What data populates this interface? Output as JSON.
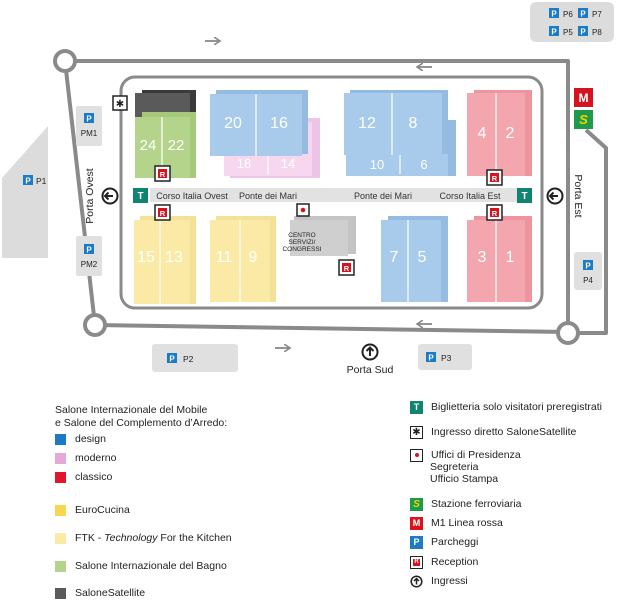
{
  "colors": {
    "design": "#1a7bc4",
    "moderno": "#e6a8d8",
    "classico": "#e3152b",
    "eurocucina": "#f7d650",
    "ftk": "#fbeaa6",
    "bagno": "#b5d48b",
    "satellite": "#5a5a5a",
    "ticket_green": "#11846f",
    "metro_red": "#d6141f",
    "train_green": "#1f9a4a",
    "train_yellow": "#f5d400",
    "parking_blue": "#1b7cc5",
    "hall_blue": "#a8cbeb",
    "hall_pink": "#f4a6ae",
    "hall_pink_light": "#f6d7ef",
    "hall_gray": "#cfcfcf",
    "ring_gray": "#888888",
    "road_light": "#e2e2e2"
  },
  "map": {
    "halls": {
      "h24": "24",
      "h22": "22",
      "h20": "20",
      "h16": "16",
      "h18": "18",
      "h14": "14",
      "h12": "12",
      "h8": "8",
      "h10": "10",
      "h6": "6",
      "h4": "4",
      "h2": "2",
      "h15": "15",
      "h13": "13",
      "h11": "11",
      "h9": "9",
      "h7": "7",
      "h5": "5",
      "h3": "3",
      "h1": "1"
    },
    "streets": {
      "corso_ovest": "Corso Italia Ovest",
      "ponte1": "Ponte dei Mari",
      "ponte2": "Ponte dei Mari",
      "corso_est": "Corso Italia Est"
    },
    "centro": [
      "CENTRO",
      "SERVIZI/",
      "CONGRESSI"
    ],
    "gates": {
      "ovest": "Porta Ovest",
      "est": "Porta Est",
      "sud": "Porta Sud"
    },
    "parking": {
      "letter": "P",
      "p1": "P1",
      "pm1": "PM1",
      "pm2": "PM2",
      "p2": "P2",
      "p3": "P3",
      "p4": "P4",
      "p5": "P5",
      "p6": "P6",
      "p7": "P7",
      "p8": "P8"
    },
    "markers": {
      "reception": "R",
      "ticket": "T",
      "metro": "M",
      "train": "S",
      "satellite_entry": "✱"
    }
  },
  "legend": {
    "heading_line1": "Salone Internazionale del Mobile",
    "heading_line2": "e Salone del Complemento d’Arredo:",
    "design": "design",
    "moderno": "moderno",
    "classico": "classico",
    "eurocucina": "EuroCucina",
    "ftk_prefix": "FTK - ",
    "ftk_em": "Technology",
    "ftk_suffix": " For the Kitchen",
    "bagno": "Salone Internazionale del Bagno",
    "satellite": "SaloneSatellite",
    "ticket": "Biglietteria solo visitatori preregistrati",
    "satellite_entry": "Ingresso diretto SaloneSatellite",
    "uffici_1": "Uffici di Presidenza",
    "uffici_2": "Segreteria",
    "uffici_3": "Ufficio Stampa",
    "train": "Stazione ferroviaria",
    "metro": "M1 Linea rossa",
    "parking": "Parcheggi",
    "reception": "Reception",
    "ingressi": "Ingressi"
  }
}
